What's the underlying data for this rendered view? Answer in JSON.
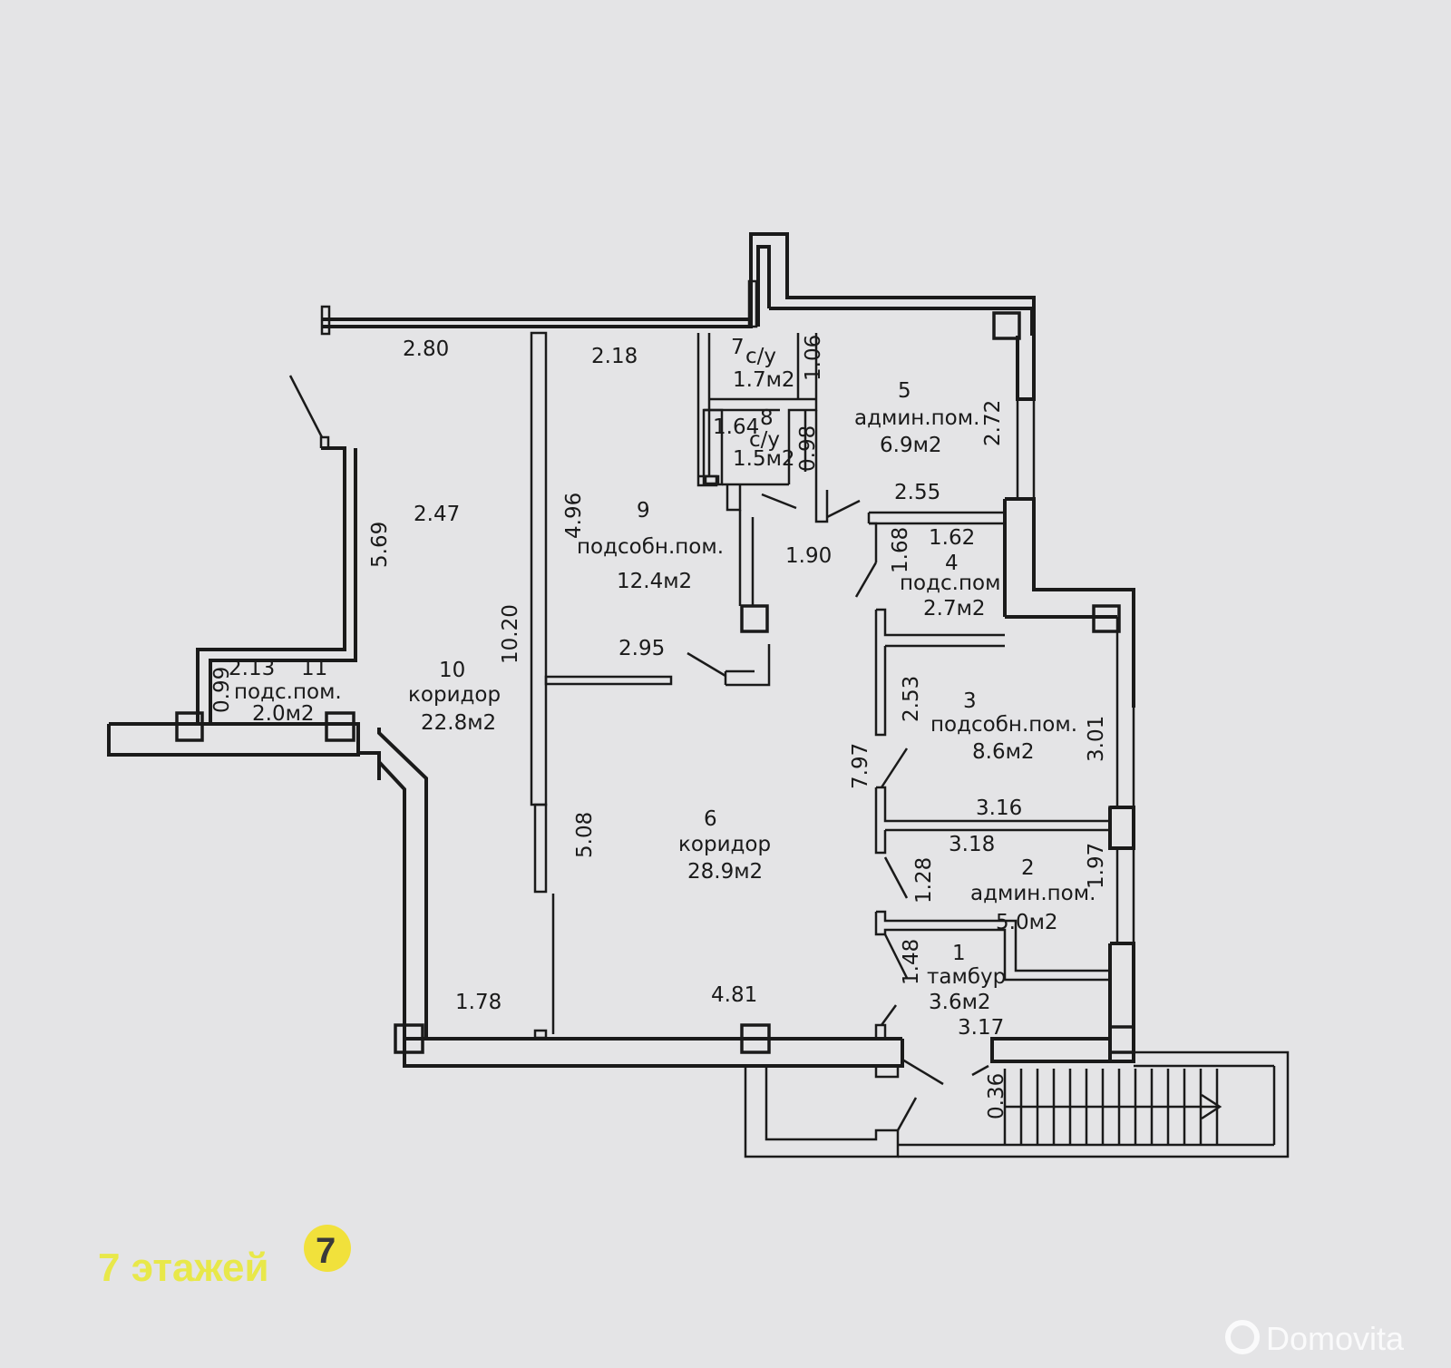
{
  "rooms": [
    {
      "id": "r1",
      "number": "1",
      "name": "тамбур",
      "area": "3.6м2"
    },
    {
      "id": "r2",
      "number": "2",
      "name": "админ.пом.",
      "area": "5.0м2"
    },
    {
      "id": "r3",
      "number": "3",
      "name": "подсобн.пом.",
      "area": "8.6м2"
    },
    {
      "id": "r4",
      "number": "4",
      "name": "подс.пом",
      "area": "2.7м2"
    },
    {
      "id": "r5",
      "number": "5",
      "name": "админ.пом.",
      "area": "6.9м2"
    },
    {
      "id": "r6",
      "number": "6",
      "name": "коридор",
      "area": "28.9м2"
    },
    {
      "id": "r7",
      "number": "7",
      "name": "с/у",
      "area": "1.7м2"
    },
    {
      "id": "r8",
      "number": "8",
      "name": "с/у",
      "area": "1.5м2"
    },
    {
      "id": "r9",
      "number": "9",
      "name": "подсобн.пом.",
      "area": "12.4м2"
    },
    {
      "id": "r10",
      "number": "10",
      "name": "коридор",
      "area": "22.8м2"
    },
    {
      "id": "r11",
      "number": "11",
      "name": "подс.пом.",
      "area": "2.0м2"
    }
  ],
  "dimensions": {
    "d280": "2.80",
    "d218": "2.18",
    "d106": "1.06",
    "d164": "1.64",
    "d098": "0.98",
    "d272": "2.72",
    "d255": "2.55",
    "d247": "2.47",
    "d569": "5.69",
    "d496": "4.96",
    "d190": "1.90",
    "d168": "1.68",
    "d162": "1.62",
    "d1020": "10.20",
    "d295": "2.95",
    "d099": "0.99",
    "d213": "2.13",
    "d253": "2.53",
    "d301": "3.01",
    "d797": "7.97",
    "d316": "3.16",
    "d318": "3.18",
    "d508": "5.08",
    "d128": "1.28",
    "d197": "1.97",
    "d148": "1.48",
    "d178": "1.78",
    "d481": "4.81",
    "d317": "3.17",
    "d036": "0.36"
  },
  "branding": {
    "agency": "7 этажей",
    "watermark": "Domovita"
  },
  "colors": {
    "background": "#e4e4e6",
    "lines": "#1a1a1a",
    "brand_yellow": "#e8e84a"
  }
}
